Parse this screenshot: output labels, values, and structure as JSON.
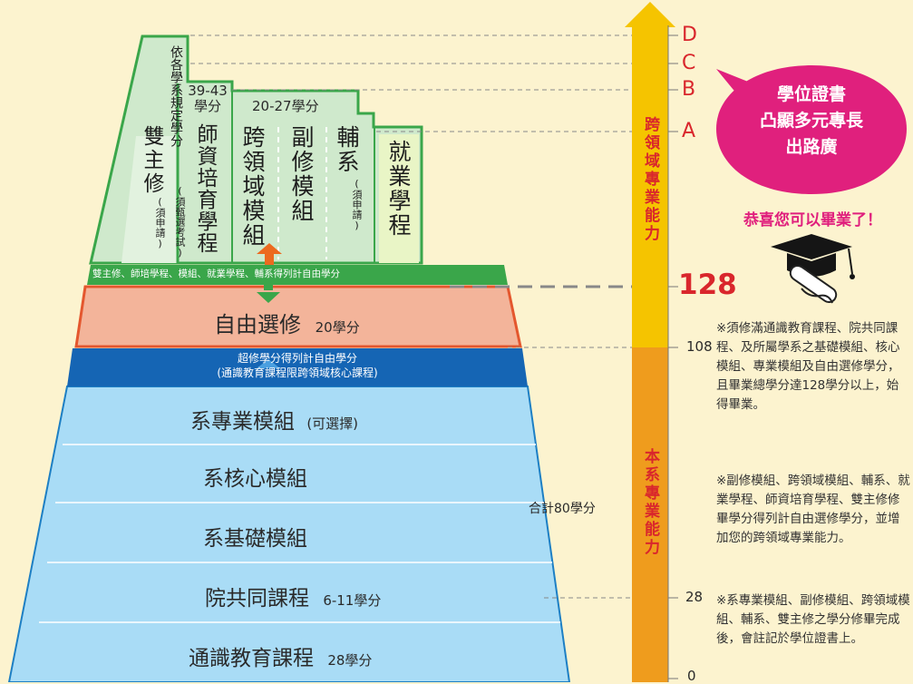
{
  "colors": {
    "background": "#fcf3cf",
    "lower_tier_fill": "#a9dcf6",
    "lower_tier_border": "#1d7fc4",
    "overflow_band": "#1565b4",
    "free_elective_fill": "#f3b49a",
    "free_elective_border": "#e4572e",
    "upper_band_green": "#3aa64a",
    "upper_column_fill": "#cfe9cc",
    "axis_upper_yellow": "#f5c400",
    "axis_lower_orange": "#ef9c1d",
    "axis_text_red": "#d9262c",
    "bubble_magenta": "#e0207d",
    "congrats_red": "#e0207d",
    "arrow_orange": "#ec6a1f",
    "arrow_green": "#3aa64a",
    "arrow_blue": "#1d7fc4"
  },
  "icons": {
    "graduation_cap": "graduation-cap-icon",
    "diploma": "diploma-scroll-icon"
  },
  "tiers": [
    {
      "name": "通識教育課程",
      "credits": "28學分"
    },
    {
      "name": "院共同課程",
      "credits": "6-11學分"
    },
    {
      "name": "系基礎模組",
      "credits": ""
    },
    {
      "name": "系核心模組",
      "credits": ""
    },
    {
      "name": "系專業模組",
      "credits": "(可選擇)"
    }
  ],
  "overflow_band": {
    "line1": "超修學分得列計自由學分",
    "line2": "(通識教育課程限跨領域核心課程)"
  },
  "free_elective": {
    "name": "自由選修",
    "credits": "20學分"
  },
  "upper_band": "雙主修、師培學程、模組、就業學程、輔系得列計自由學分",
  "columns": {
    "double_major": {
      "top": "依各學系規定學分",
      "title": "雙主修",
      "note": "(須申請)"
    },
    "teacher": {
      "top1": "39-43",
      "top2": "學分",
      "title": "師資培育學程",
      "note": "(須甄選考試)"
    },
    "module_header": "20-27學分",
    "cross": {
      "title": "跨領域模組"
    },
    "minor_module": {
      "title": "副修模組"
    },
    "minor": {
      "title": "輔系",
      "note": "(須申請)"
    },
    "employment": {
      "title": "就業學程"
    }
  },
  "total_80": "合計80學分",
  "axis": {
    "upper_label": "跨領域專業能力",
    "lower_label": "本系專業能力",
    "marks": [
      "D",
      "C",
      "B",
      "A"
    ],
    "tick_128": "128",
    "tick_108": "108",
    "tick_28": "28",
    "tick_0": "0"
  },
  "bubble": {
    "line1": "學位證書",
    "line2": "凸顯多元專長",
    "line3": "出路廣"
  },
  "congrats": "恭喜您可以畢業了！",
  "notes": [
    "※須修滿通識教育課程、院共同課程、及所屬學系之基礎模組、核心模組、專業模組及自由選修學分，且畢業總學分達128學分以上，始得畢業。",
    "※副修模組、跨領域模組、輔系、就業學程、師資培育學程、雙主修修畢學分得列計自由選修學分，並增加您的跨領域專業能力。",
    "※系專業模組、副修模組、跨領域模組、輔系、雙主修之學分修畢完成後，會註記於學位證書上。"
  ]
}
